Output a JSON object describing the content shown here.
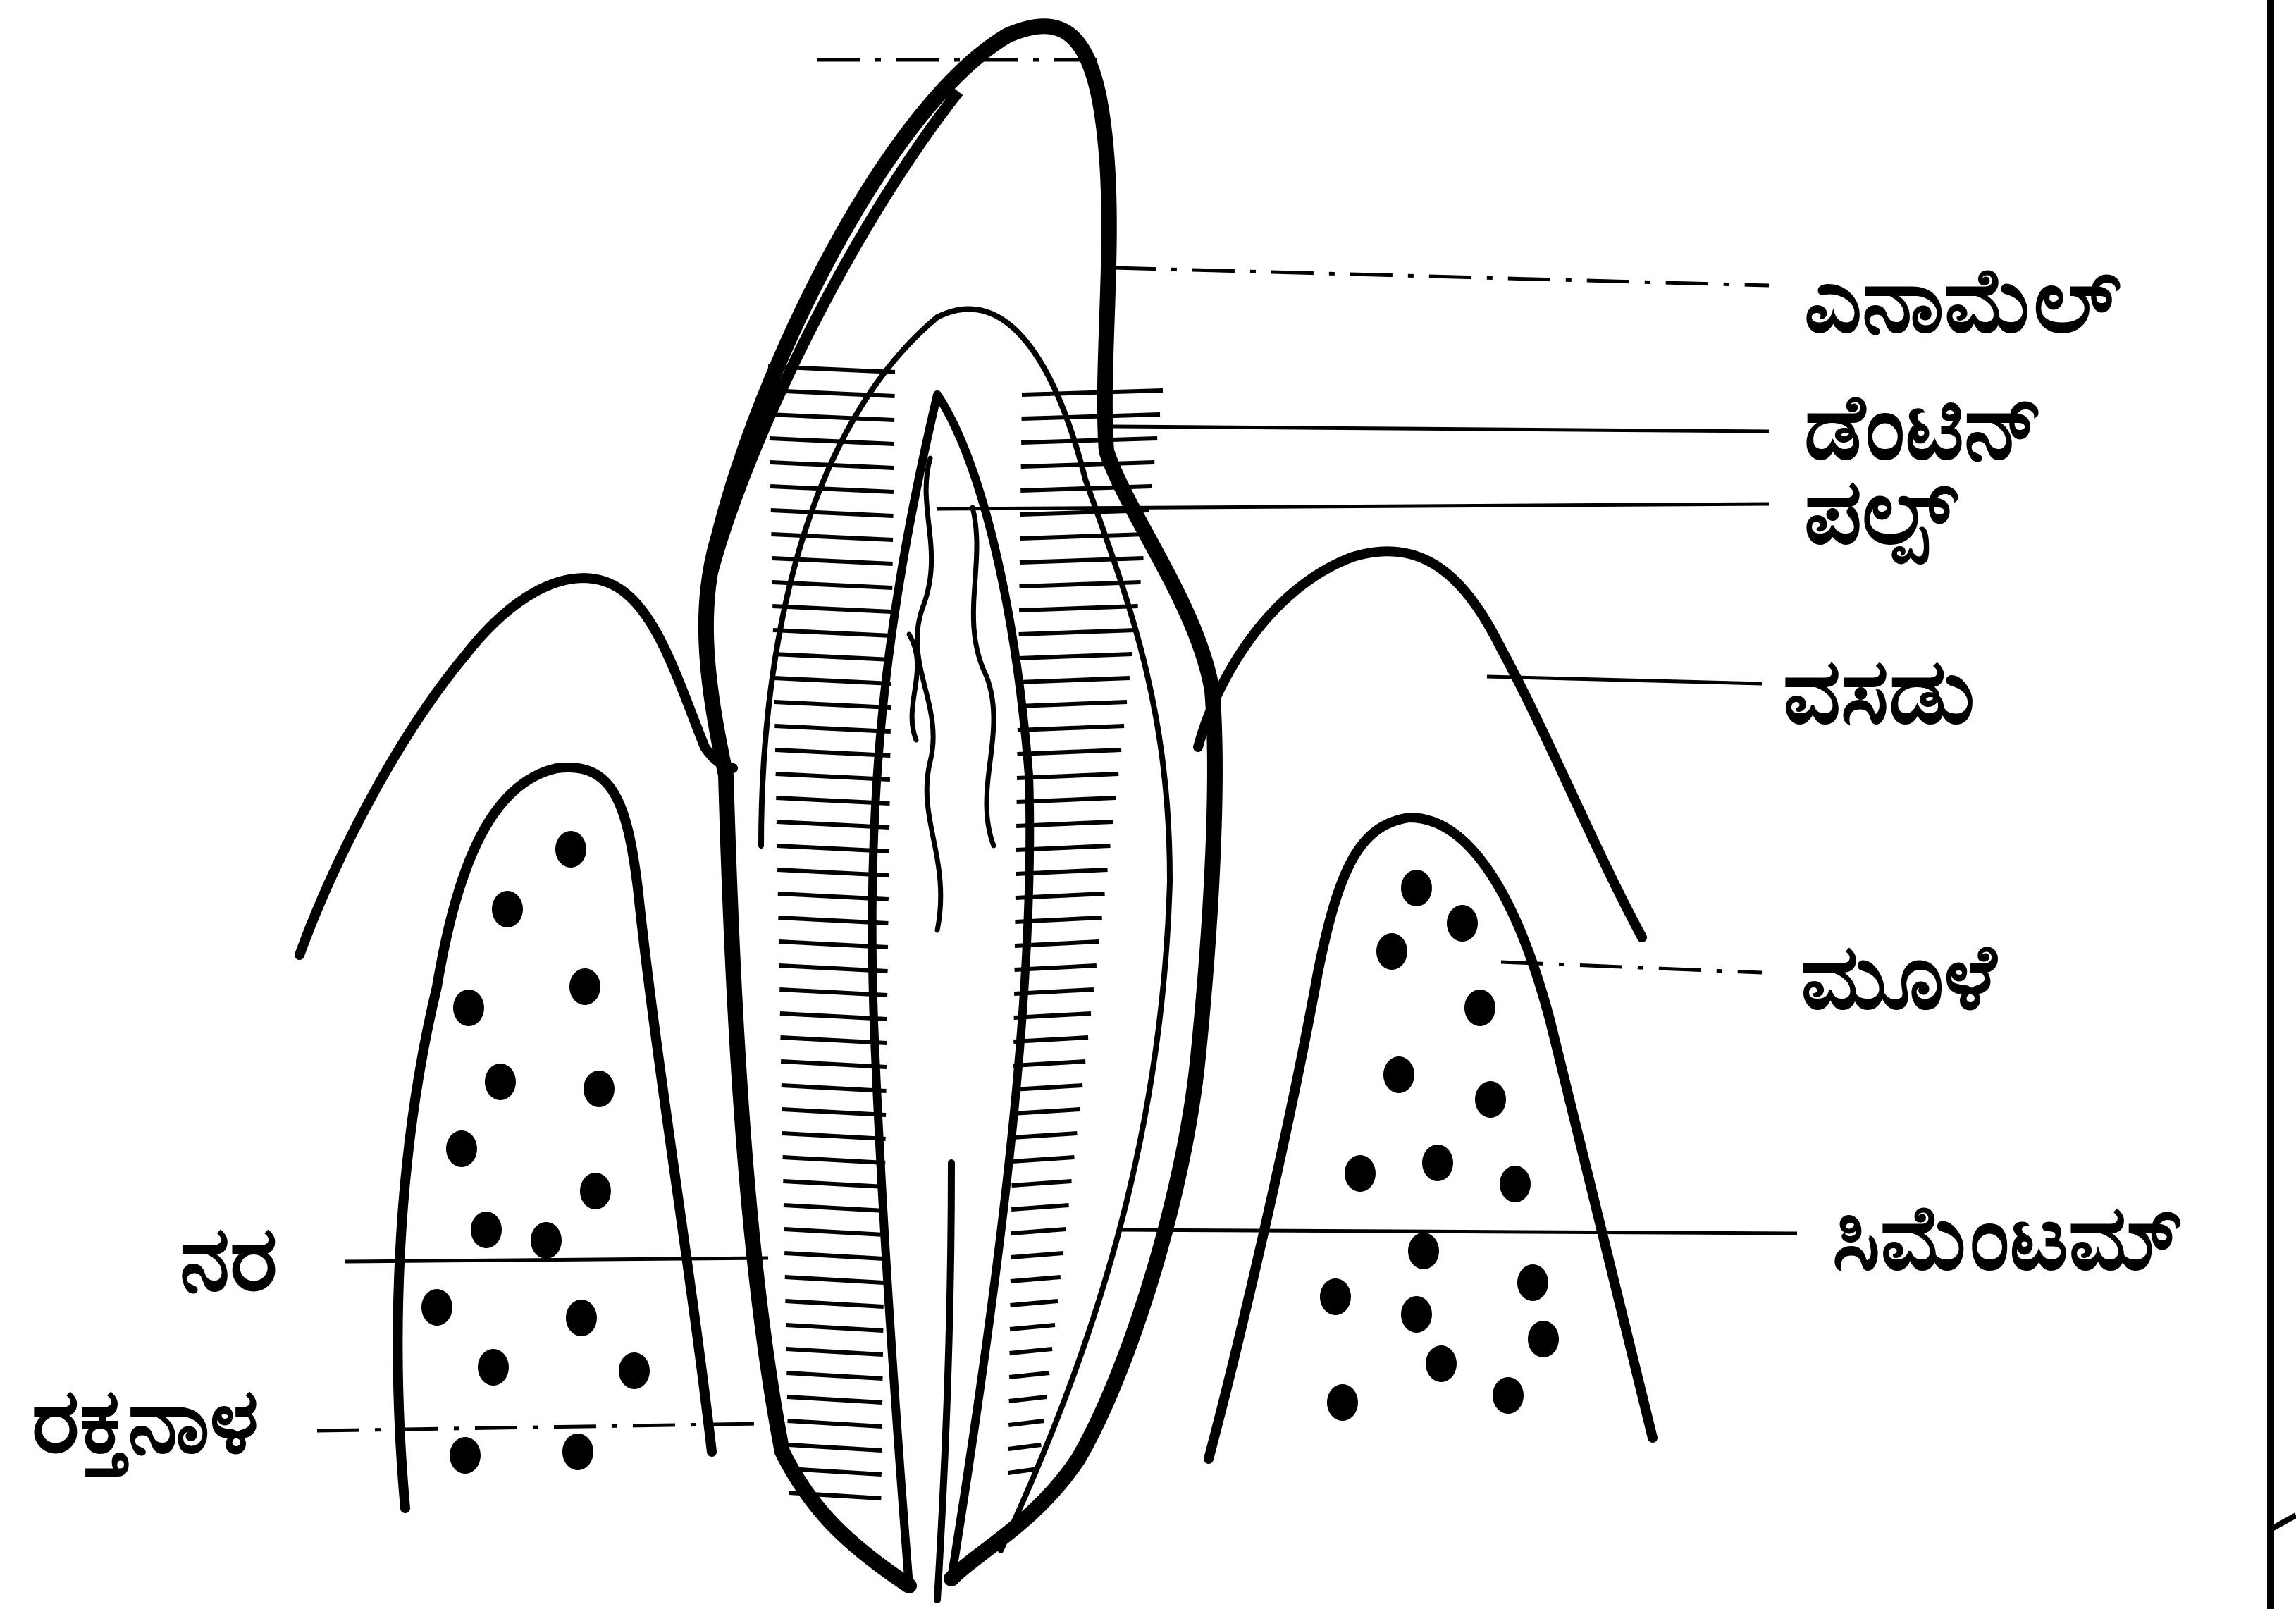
{
  "labels": {
    "enamel": "ಎನಾಮೆಲ್",
    "dentine": "ಡೆಂಟಿನ್",
    "pulp": "ಪಲ್ಪ್",
    "gum": "ವಸಡು",
    "bone": "ಮೂಳೆ",
    "cementum": "ಸಿಮೆಂಟಮ್",
    "nerve": "ನರ",
    "blood_vessel": "ರಕ್ತನಾಳ"
  },
  "colors": {
    "ink": "#000000",
    "paper": "#ffffff"
  }
}
